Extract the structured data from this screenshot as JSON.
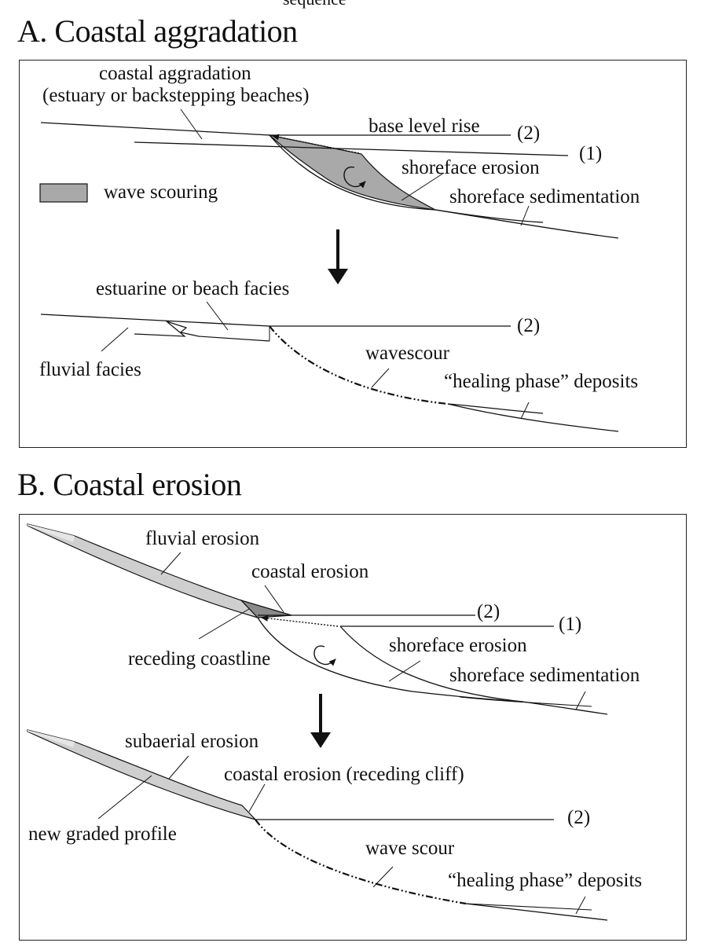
{
  "header_fragment": "sequence",
  "section_a": {
    "title": "A. Coastal aggradation",
    "labels": {
      "coastal_aggradation": "coastal aggradation",
      "estuary_or_backstepping": "(estuary or backstepping beaches)",
      "base_level_rise": "base level rise",
      "level_2": "(2)",
      "level_1": "(1)",
      "shoreface_erosion": "shoreface erosion",
      "wave_scouring": "wave scouring",
      "shoreface_sedimentation": "shoreface  sedimentation",
      "estuarine_or_beach_facies": "estuarine or beach facies",
      "level_2_lower": "(2)",
      "fluvial_facies": "fluvial facies",
      "wavescour": "wavescour",
      "healing_phase_deposits": "“healing phase” deposits"
    }
  },
  "section_b": {
    "title": "B. Coastal erosion",
    "labels": {
      "fluvial_erosion": "fluvial erosion",
      "coastal_erosion": "coastal erosion",
      "level_2": "(2)",
      "level_1": "(1)",
      "receding_coastline": "receding coastline",
      "shoreface_erosion": "shoreface erosion",
      "shoreface_sedimentation": "shoreface sedimentation",
      "subaerial_erosion": "subaerial erosion",
      "coastal_erosion_cliff": "coastal erosion (receding cliff)",
      "level_2_lower": "(2)",
      "new_graded_profile": "new graded profile",
      "wave_scour": "wave scour",
      "healing_phase_deposits": "“healing phase” deposits"
    }
  },
  "colors": {
    "wave_scour_fill": "#a9a9a9",
    "erosion_fill": "#cfcfcf",
    "erosion_fill_light": "#e2e2e2",
    "coastal_erosion_fill": "#8a8a8a",
    "line": "#111111"
  }
}
